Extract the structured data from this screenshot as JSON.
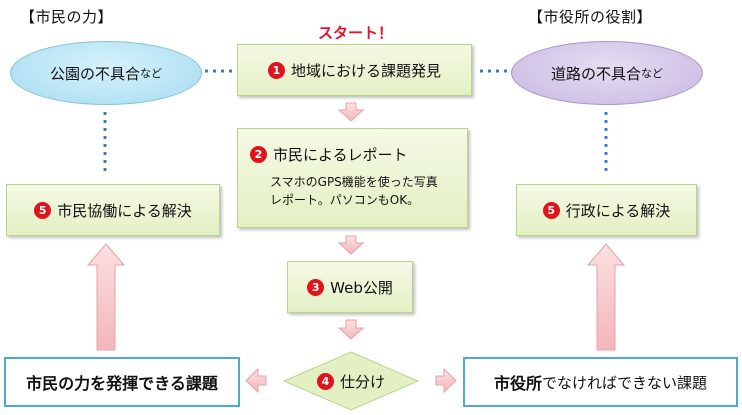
{
  "headings": {
    "left": "【市民の力】",
    "right": "【市役所の役割】"
  },
  "start_label": "スタート！",
  "left_ellipse": {
    "main": "公園の不具合",
    "suffix": "など"
  },
  "right_ellipse": {
    "main": "道路の不具合",
    "suffix": "など"
  },
  "steps": {
    "s1": {
      "num": "1",
      "label": "地域における課題発見"
    },
    "s2": {
      "num": "2",
      "label": "市民によるレポート",
      "desc1": "スマホのGPS機能を使った写真",
      "desc2": "レポート。パソコンもOK。"
    },
    "s3": {
      "num": "3",
      "label": "Web公開"
    },
    "s4": {
      "num": "4",
      "label": "仕分け"
    },
    "s5_left": {
      "num": "5",
      "label": "市民協働による解決"
    },
    "s5_right": {
      "num": "5",
      "label": "行政による解決"
    }
  },
  "bottom_left": {
    "strong": "市民の力を発揮できる課題"
  },
  "bottom_right": {
    "strong": "市役所",
    "rest": "でなければできない課題"
  },
  "colors": {
    "accent_red": "#e0141c",
    "start_red": "#e8102a",
    "arrow_pink": "#f6c4c7",
    "box_green": "#e3f0c4",
    "outline_blue": "#4ea9cc",
    "dotted_blue": "#3e7fc0"
  }
}
